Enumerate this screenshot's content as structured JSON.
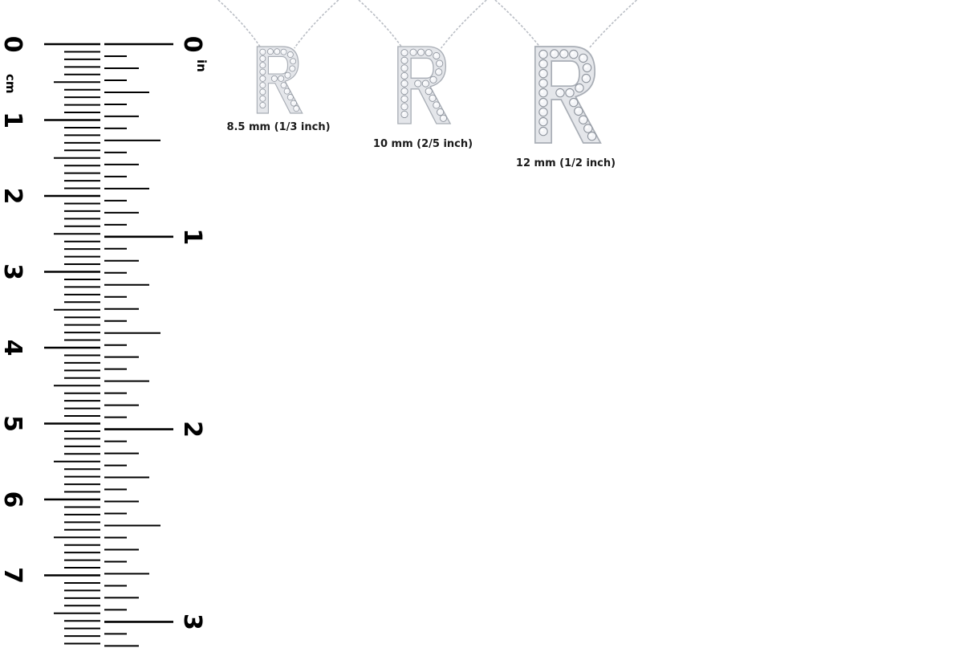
{
  "ruler": {
    "cm_unit": "cm",
    "in_unit": "in",
    "cm_labels": [
      "0",
      "1",
      "2",
      "3",
      "4",
      "5",
      "6",
      "7"
    ],
    "in_labels": [
      "0",
      "1",
      "2",
      "3"
    ]
  },
  "pendants": [
    {
      "letter": "R",
      "caption": "8.5 mm (1/3 inch)"
    },
    {
      "letter": "R",
      "caption": "10 mm (2/5 inch)"
    },
    {
      "letter": "R",
      "caption": "12 mm (1/2 inch)"
    }
  ],
  "colors": {
    "ink": "#000000",
    "metal": "#e4e6ea",
    "metal_edge": "#a8adb5",
    "stone": "#f4f5f8",
    "stone_edge": "#8d939c",
    "chain": "#b9bdc4"
  }
}
